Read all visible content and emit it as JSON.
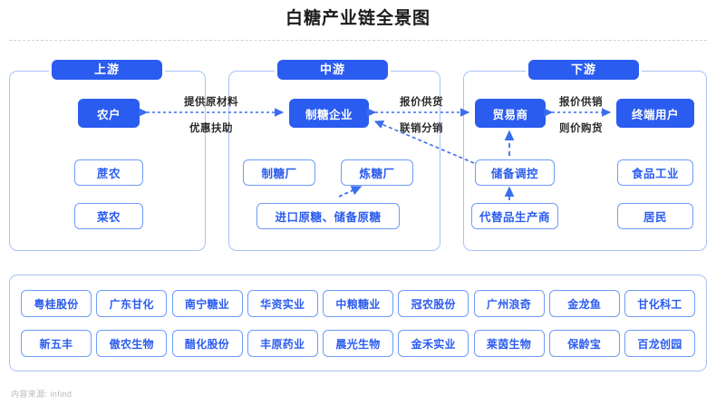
{
  "header": {
    "title": "白糖产业链全景图"
  },
  "sections": [
    {
      "key": "upstream",
      "title": "上游",
      "main_node": "农户",
      "sub_nodes": [
        "蔗农",
        "菜农"
      ]
    },
    {
      "key": "midstream",
      "title": "中游",
      "main_node": "制糖企业",
      "sub_nodes": [
        "制糖厂",
        "炼糖厂",
        "进口原糖、储备原糖"
      ]
    },
    {
      "key": "downstream",
      "title": "下游",
      "main_node_left": "贸易商",
      "main_node_right": "终端用户",
      "sub_nodes_left": [
        "储备调控",
        "代替品生产商"
      ],
      "sub_nodes_right": [
        "食品工业",
        "居民"
      ]
    }
  ],
  "flows": [
    {
      "key": "up-mid",
      "top": "提供原材料",
      "bottom": "优惠扶助"
    },
    {
      "key": "mid-down",
      "top": "报价供货",
      "bottom": "联销分销"
    },
    {
      "key": "trader-enduser",
      "top": "报价供销",
      "bottom": "则价购货"
    }
  ],
  "companies": {
    "row1": [
      "粤桂股份",
      "广东甘化",
      "南宁糖业",
      "华资实业",
      "中粮糖业",
      "冠农股份",
      "广州浪奇",
      "金龙鱼",
      "甘化科工"
    ],
    "row2": [
      "新五丰",
      "傲农生物",
      "醋化股份",
      "丰原药业",
      "晨光生物",
      "金禾实业",
      "莱茵生物",
      "保龄宝",
      "百龙创园"
    ]
  },
  "footer": {
    "source": "内容来源: infind"
  },
  "colors": {
    "brand": "#2b5cf0",
    "panel_border": "#a9c2f6",
    "node_border": "#6f9bfa",
    "arrow": "#3a6ef0",
    "title_text": "#1b1b1b"
  }
}
